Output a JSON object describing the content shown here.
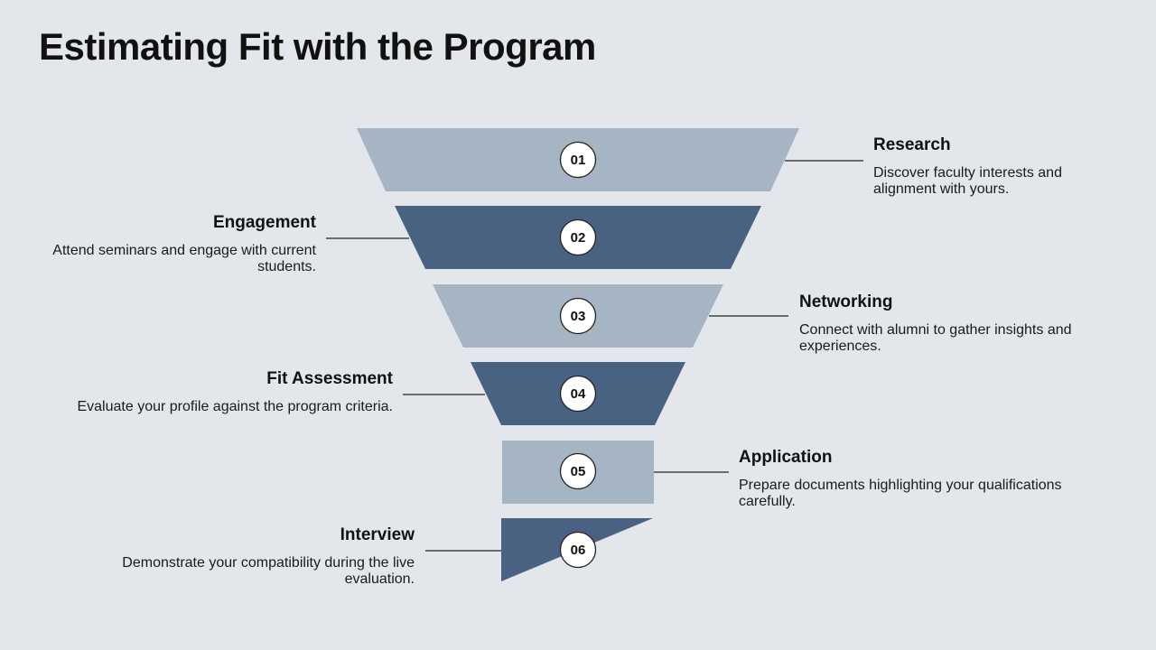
{
  "title": "Estimating Fit with the Program",
  "colors": {
    "background": "#E3E7EC",
    "light_band": "#A5B5C3",
    "dark_band": "#4A6282",
    "connector": "#222222",
    "badge_fill": "#FFFFFF",
    "badge_stroke": "#222222"
  },
  "stages": [
    {
      "number": "01",
      "title": "Research",
      "description": "Discover faculty interests and alignment with yours.",
      "side": "right",
      "tone": "light"
    },
    {
      "number": "02",
      "title": "Engagement",
      "description": "Attend seminars and engage with current students.",
      "side": "left",
      "tone": "dark"
    },
    {
      "number": "03",
      "title": "Networking",
      "description": "Connect with alumni to gather insights and experiences.",
      "side": "right",
      "tone": "light"
    },
    {
      "number": "04",
      "title": "Fit Assessment",
      "description": "Evaluate your profile against the program criteria.",
      "side": "left",
      "tone": "dark"
    },
    {
      "number": "05",
      "title": "Application",
      "description": "Prepare documents highlighting your qualifications carefully.",
      "side": "right",
      "tone": "light"
    },
    {
      "number": "06",
      "title": "Interview",
      "description": "Demonstrate your compatibility during the live evaluation.",
      "side": "left",
      "tone": "dark"
    }
  ]
}
